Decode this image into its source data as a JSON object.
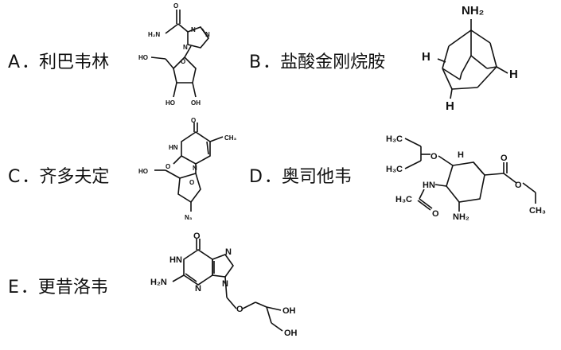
{
  "options": [
    {
      "letter": "A",
      "sep": "．",
      "name": "利巴韦林"
    },
    {
      "letter": "B",
      "sep": "．",
      "name": "盐酸金刚烷胺"
    },
    {
      "letter": "C",
      "sep": "．",
      "name": "齐多夫定"
    },
    {
      "letter": "D",
      "sep": "．",
      "name": "奥司他韦"
    },
    {
      "letter": "E",
      "sep": "．",
      "name": "更昔洛韦"
    }
  ],
  "labels": {
    "a_nh2": "H₂N",
    "a_n1": "N",
    "a_n2": "N",
    "a_n3": "N",
    "a_o": "O",
    "a_ho": "HO",
    "a_ho2": "HO",
    "a_oh": "OH",
    "b_nh2": "NH₂",
    "b_h1": "H",
    "b_h2": "H",
    "b_h3": "H",
    "c_o": "O",
    "c_hn": "HN",
    "c_o2": "O",
    "c_n": "N",
    "c_ch3": "CH₃",
    "c_ho": "HO",
    "c_o3": "O",
    "c_n3": "N₃",
    "d_h3c1": "H₃C",
    "d_h3c2": "H₃C",
    "d_o": "O",
    "d_h": "H",
    "d_hn": "HN",
    "d_h3c3": "H₃C",
    "d_o2": "O",
    "d_nh2": "NH₂",
    "d_o3": "O",
    "d_o4": "O",
    "d_ch3": "CH₃",
    "e_o": "O",
    "e_hn": "HN",
    "e_n1": "N",
    "e_h2n": "H₂N",
    "e_n2": "N",
    "e_n3": "N",
    "e_o2": "O",
    "e_oh1": "OH",
    "e_oh2": "OH"
  }
}
